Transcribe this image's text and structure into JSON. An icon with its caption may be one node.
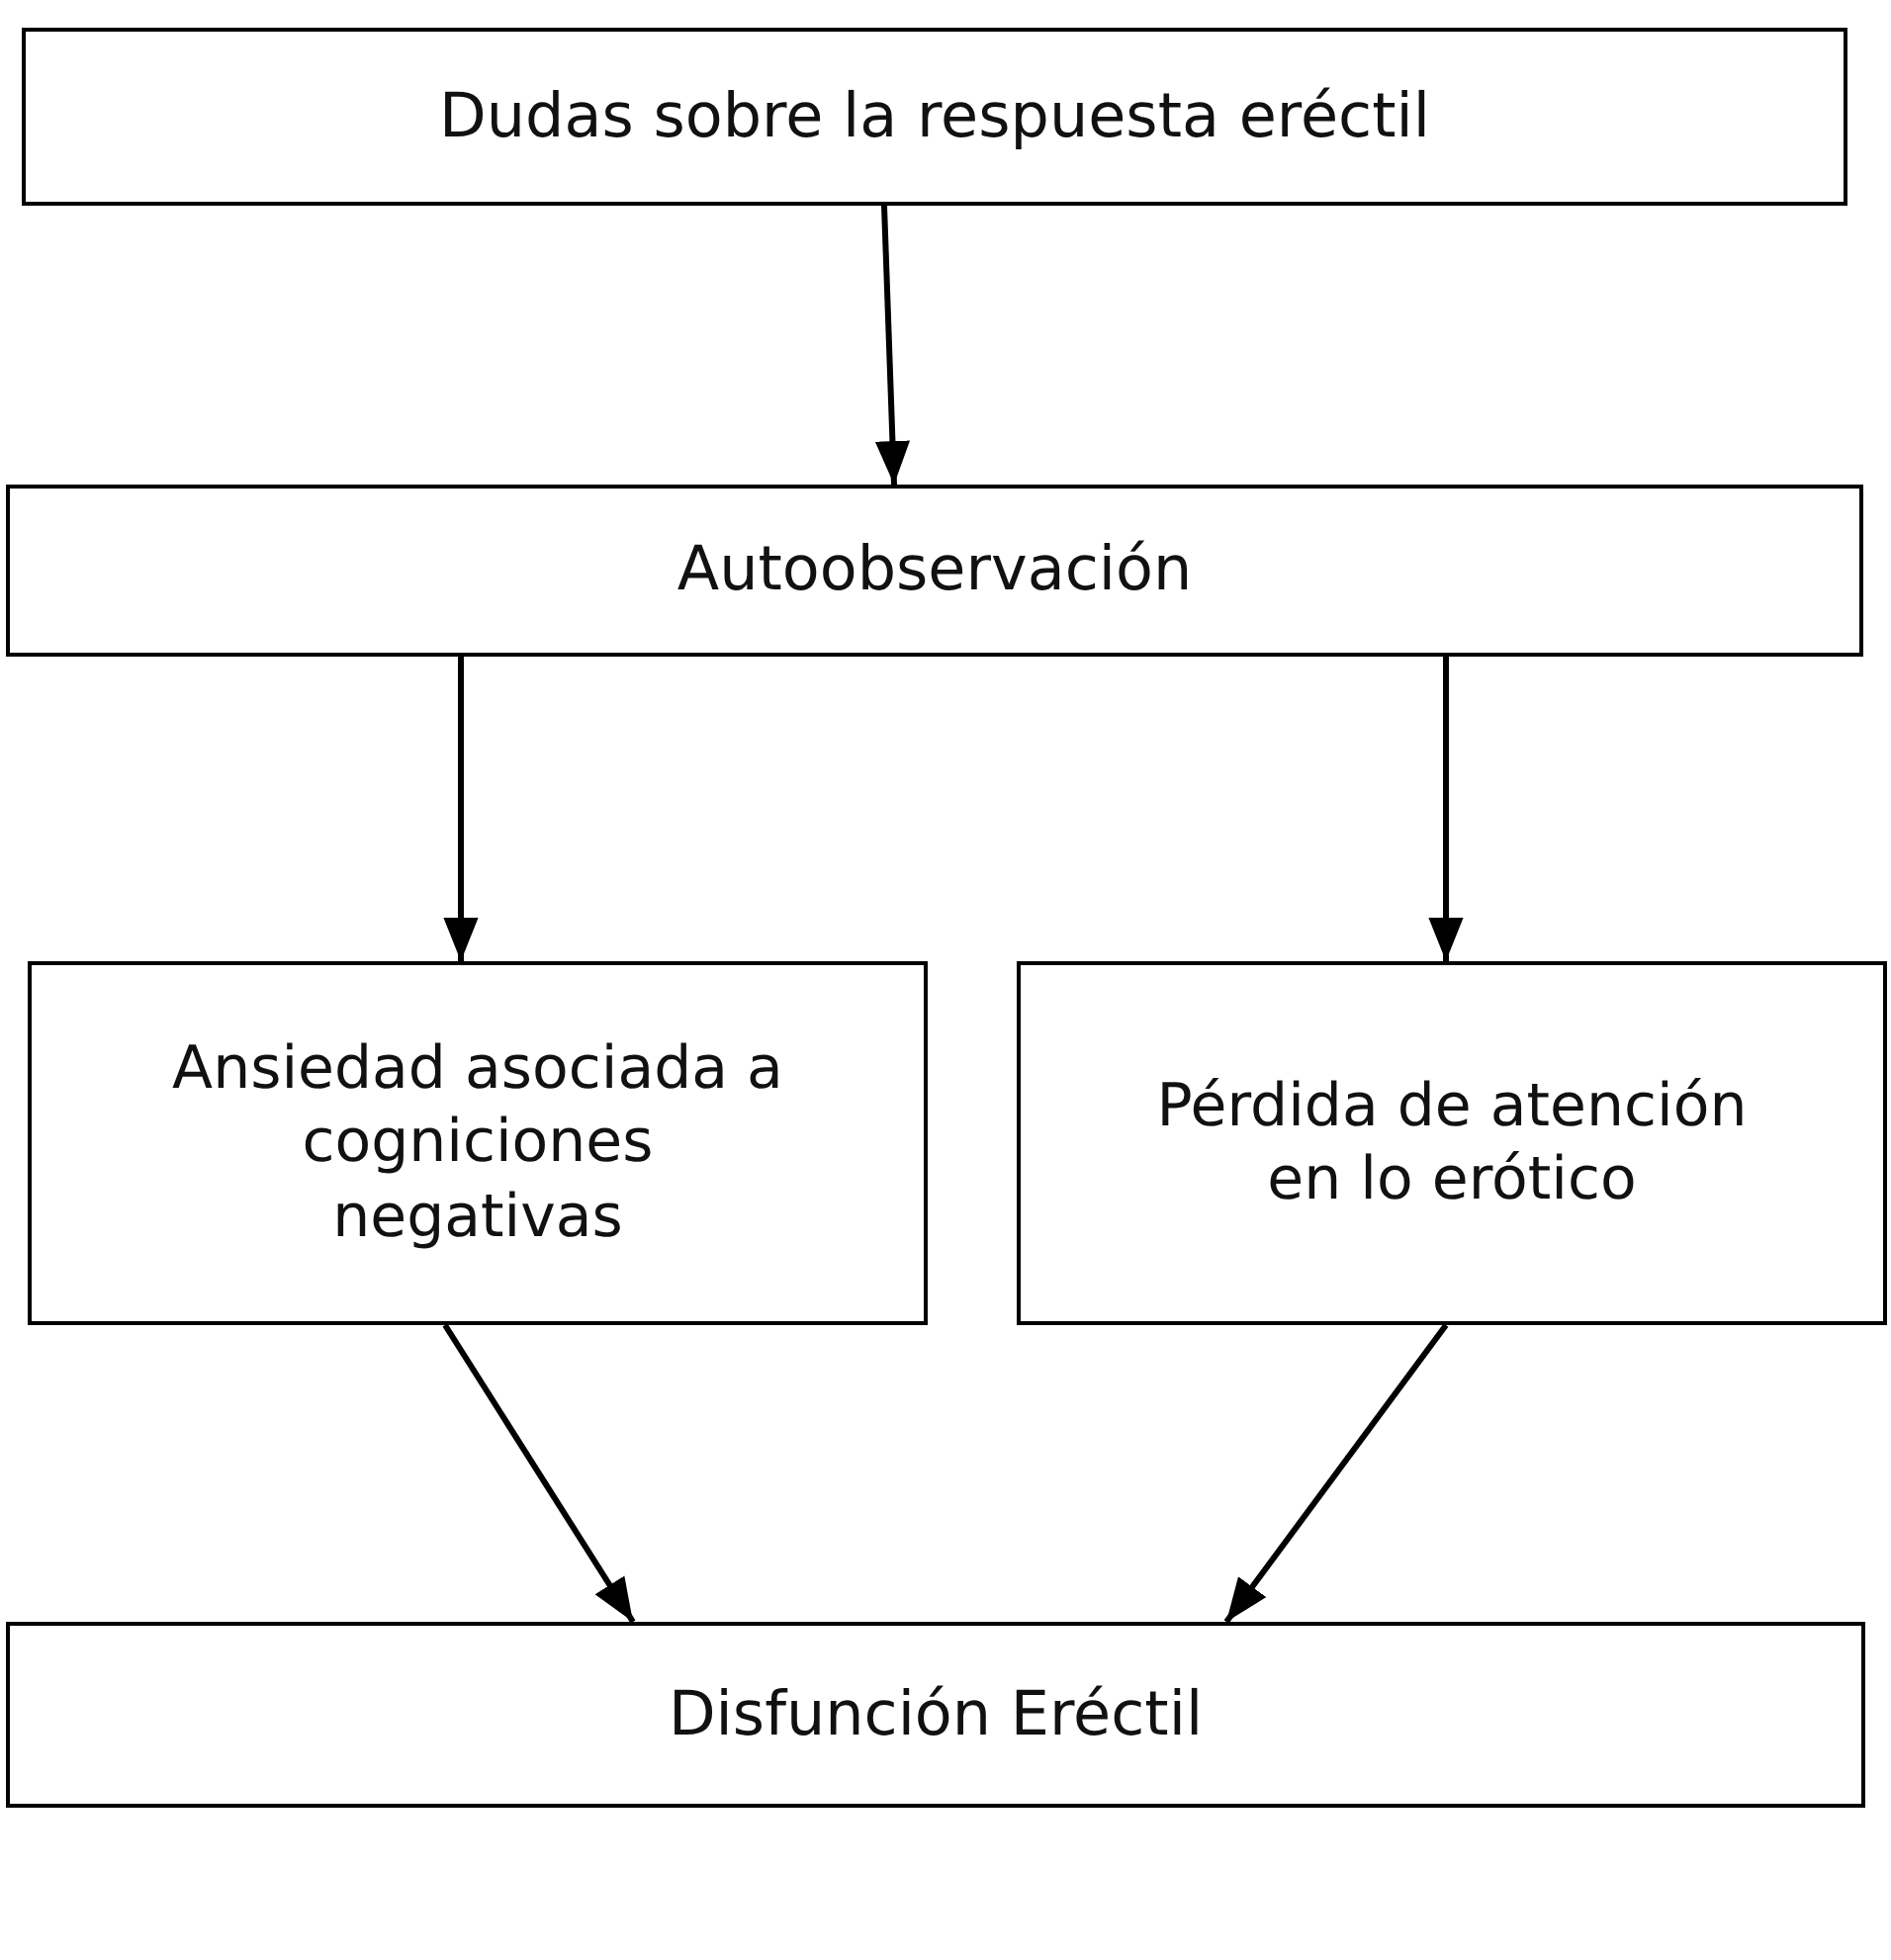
{
  "diagram": {
    "nodes": [
      {
        "text": [
          "Dudas sobre la respuesta eréctil"
        ]
      },
      {
        "text": [
          "Autoobservación"
        ]
      },
      {
        "text": [
          "Ansiedad asociada a cogniciones negativas"
        ]
      },
      {
        "text": [
          "Pérdida de atención en lo erótico"
        ]
      },
      {
        "text": [
          "Disfunción Eréctil"
        ]
      }
    ],
    "edges": [
      {
        "from": 0,
        "to": 1,
        "arrow": "to"
      },
      {
        "from": 1,
        "to": 2,
        "arrow": "to"
      },
      {
        "from": 1,
        "to": 3,
        "arrow": "to"
      },
      {
        "from": 2,
        "to": 4,
        "arrow": "to"
      },
      {
        "from": 3,
        "to": 4,
        "arrow": "to"
      }
    ]
  }
}
